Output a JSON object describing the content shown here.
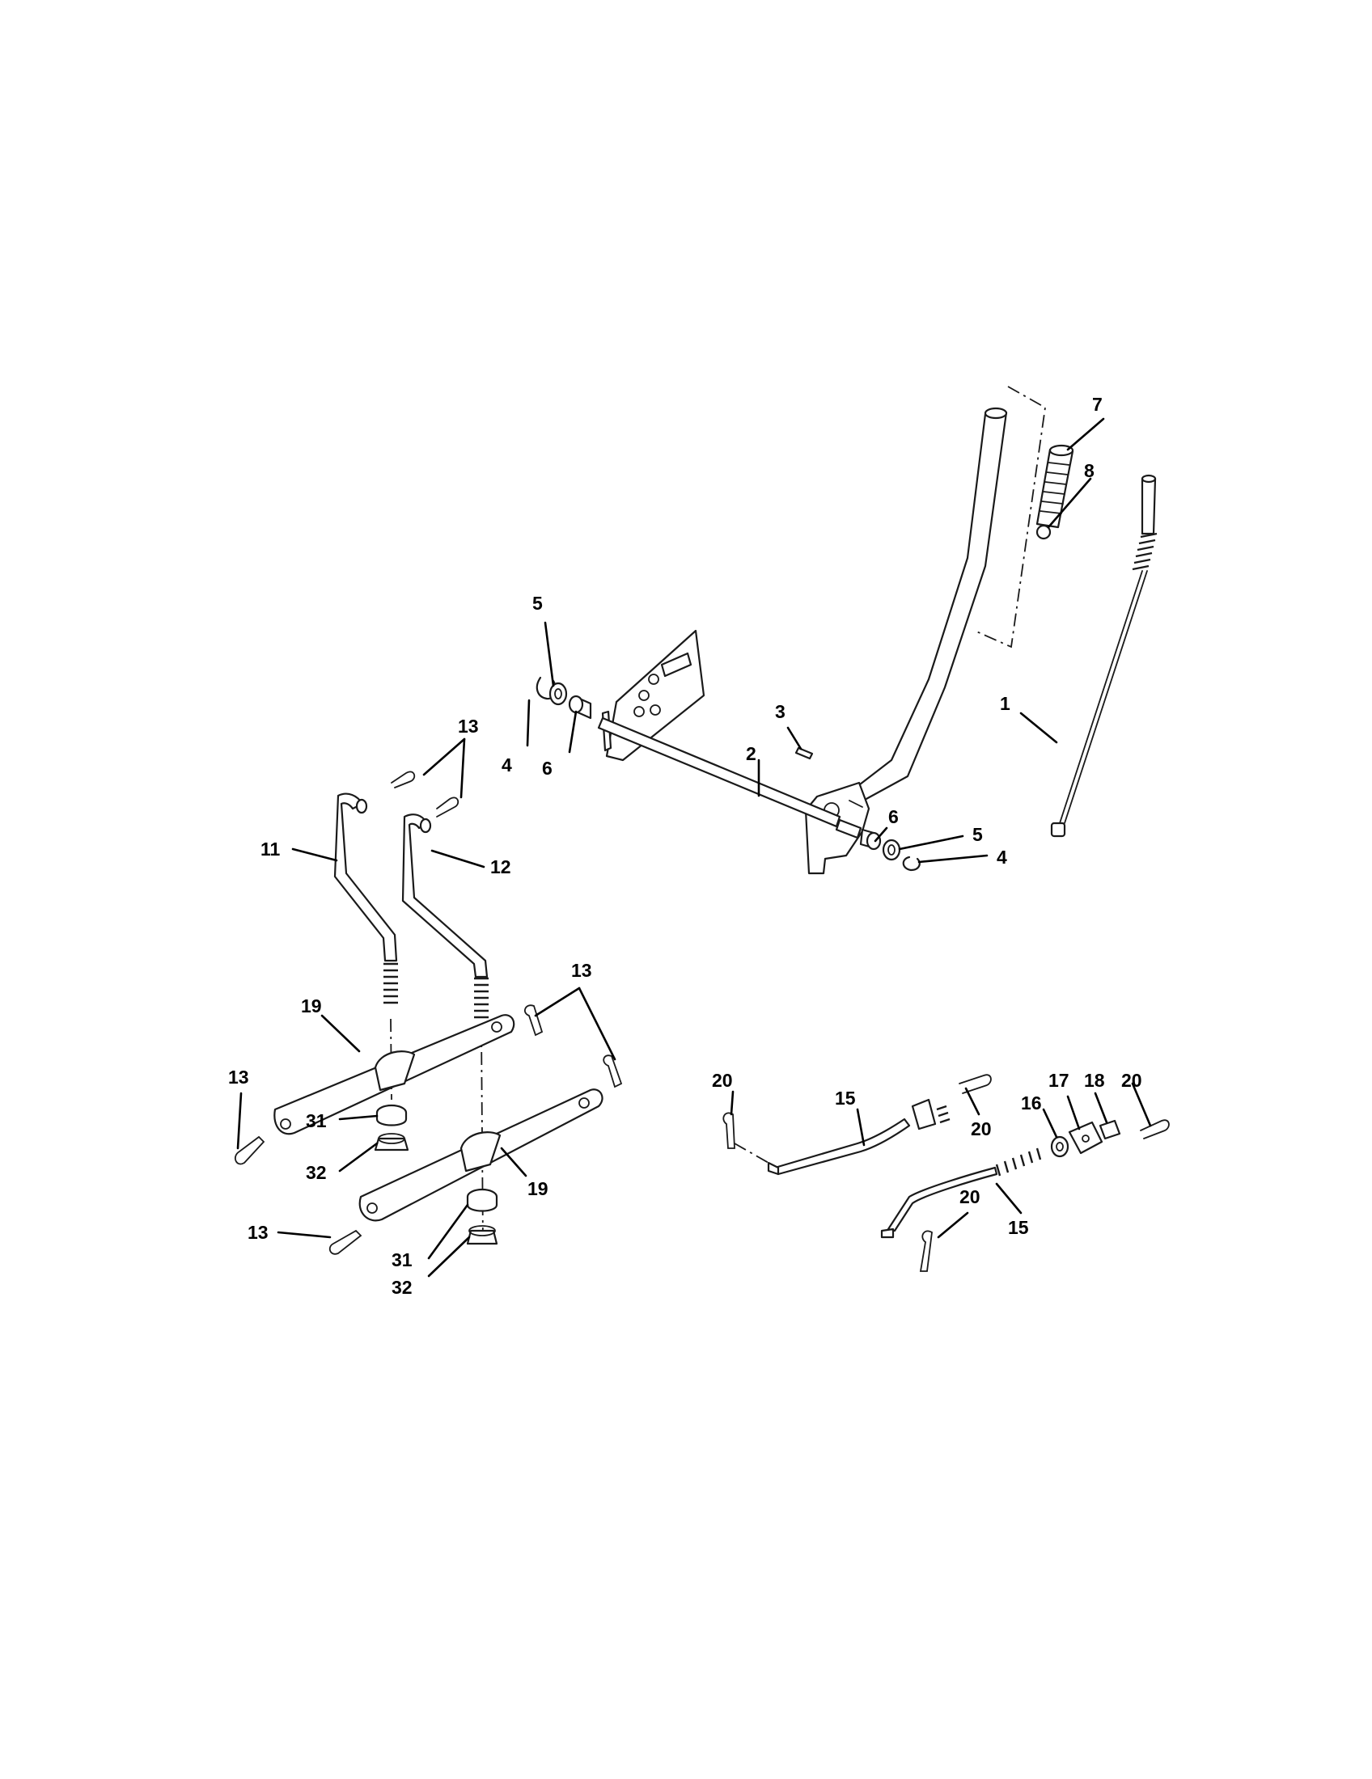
{
  "diagram": {
    "callouts": [
      {
        "id": "c1",
        "label": "1"
      },
      {
        "id": "c2",
        "label": "2"
      },
      {
        "id": "c3",
        "label": "3"
      },
      {
        "id": "c4a",
        "label": "4"
      },
      {
        "id": "c4b",
        "label": "4"
      },
      {
        "id": "c5a",
        "label": "5"
      },
      {
        "id": "c5b",
        "label": "5"
      },
      {
        "id": "c6a",
        "label": "6"
      },
      {
        "id": "c6b",
        "label": "6"
      },
      {
        "id": "c7",
        "label": "7"
      },
      {
        "id": "c8",
        "label": "8"
      },
      {
        "id": "c11",
        "label": "11"
      },
      {
        "id": "c12",
        "label": "12"
      },
      {
        "id": "c13a",
        "label": "13"
      },
      {
        "id": "c13b",
        "label": "13"
      },
      {
        "id": "c13c",
        "label": "13"
      },
      {
        "id": "c13d",
        "label": "13"
      },
      {
        "id": "c15a",
        "label": "15"
      },
      {
        "id": "c15b",
        "label": "15"
      },
      {
        "id": "c16",
        "label": "16"
      },
      {
        "id": "c17",
        "label": "17"
      },
      {
        "id": "c18",
        "label": "18"
      },
      {
        "id": "c19a",
        "label": "19"
      },
      {
        "id": "c19b",
        "label": "19"
      },
      {
        "id": "c20a",
        "label": "20"
      },
      {
        "id": "c20b",
        "label": "20"
      },
      {
        "id": "c20c",
        "label": "20"
      },
      {
        "id": "c20d",
        "label": "20"
      },
      {
        "id": "c31a",
        "label": "31"
      },
      {
        "id": "c31b",
        "label": "31"
      },
      {
        "id": "c32a",
        "label": "32"
      },
      {
        "id": "c32b",
        "label": "32"
      }
    ]
  }
}
